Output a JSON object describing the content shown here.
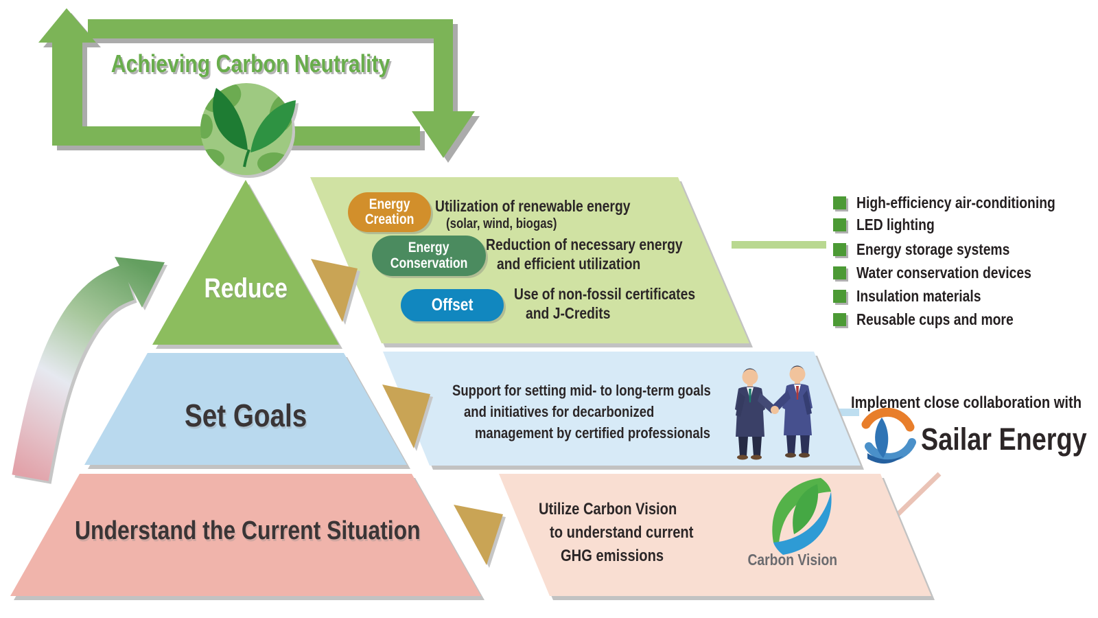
{
  "title": {
    "text": "Achieving Carbon Neutrality"
  },
  "pyramid": {
    "levels": [
      {
        "label": "Reduce",
        "color": "#8cbd5e"
      },
      {
        "label": "Set Goals",
        "color": "#b9d9ee"
      },
      {
        "label": "Understand the Current Situation",
        "color": "#f0b4ab"
      }
    ]
  },
  "panels": {
    "reduce": {
      "bg": "#d0e2a3",
      "items": [
        {
          "badge_lines": [
            "Energy",
            "Creation"
          ],
          "badge_color": "#d28f2b",
          "lines": [
            "Utilization of renewable energy",
            "(solar, wind, biogas)"
          ]
        },
        {
          "badge_lines": [
            "Energy",
            "Conservation"
          ],
          "badge_color": "#4b8b5f",
          "lines": [
            "Reduction of necessary energy",
            "and efficient utilization"
          ]
        },
        {
          "badge_lines": [
            "Offset"
          ],
          "badge_color": "#1187bf",
          "lines": [
            "Use of non-fossil certificates",
            "and J-Credits"
          ]
        }
      ]
    },
    "set_goals": {
      "bg": "#d7eaf7",
      "lines": [
        "Support for setting mid- to long-term goals",
        "and initiatives for decarbonized",
        "management by certified professionals"
      ]
    },
    "understand": {
      "bg": "#f9ded2",
      "lines": [
        "Utilize Carbon Vision",
        "to understand current",
        "GHG emissions"
      ],
      "logo_text": "Carbon Vision"
    }
  },
  "sidebar_list": {
    "bullet_color": "#4c9a35",
    "items": [
      "High-efficiency air-conditioning",
      "LED lighting",
      "Energy storage systems",
      "Water conservation devices",
      "Insulation materials",
      "Reusable cups and more"
    ]
  },
  "collaboration": {
    "text": "Implement close collaboration with",
    "logo_text": "Sailar Energy"
  },
  "colors": {
    "loop_green": "#7cb457",
    "title_green": "#69ad4c",
    "tan_arrow": "#c9a455",
    "gradient_arrow_top": "#649f60",
    "gradient_arrow_bottom": "#e2a2a9",
    "text_dark": "#2b2627"
  }
}
